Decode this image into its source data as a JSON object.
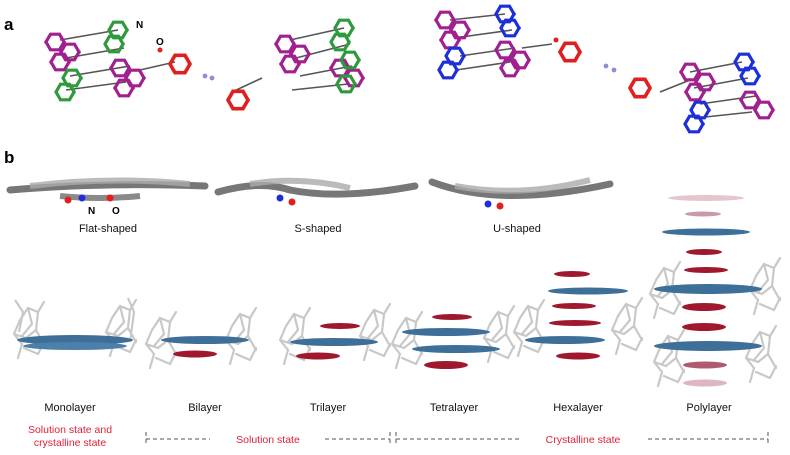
{
  "panels": {
    "a": {
      "letter": "a",
      "atom_n": "N",
      "atom_o": "O"
    },
    "b": {
      "letter": "b",
      "atom_n": "N",
      "atom_o": "O"
    }
  },
  "shapes": [
    "Flat-shaped",
    "S-shaped",
    "U-shaped"
  ],
  "layers": [
    "Monolayer",
    "Bilayer",
    "Trilayer",
    "Tetralayer",
    "Hexalayer",
    "Polylayer"
  ],
  "states": {
    "mixed_line1": "Solution state and",
    "mixed_line2": "crystalline state",
    "solution": "Solution state",
    "crystalline": "Crystalline state"
  },
  "colors": {
    "purple": "#a0208f",
    "green": "#2e9a3b",
    "blue": "#1c2fd8",
    "red": "#e01f1f",
    "steel": "#3e6f99",
    "maroon": "#a0182e",
    "cage": "#c8c8c8",
    "state_text": "#e0203a"
  }
}
